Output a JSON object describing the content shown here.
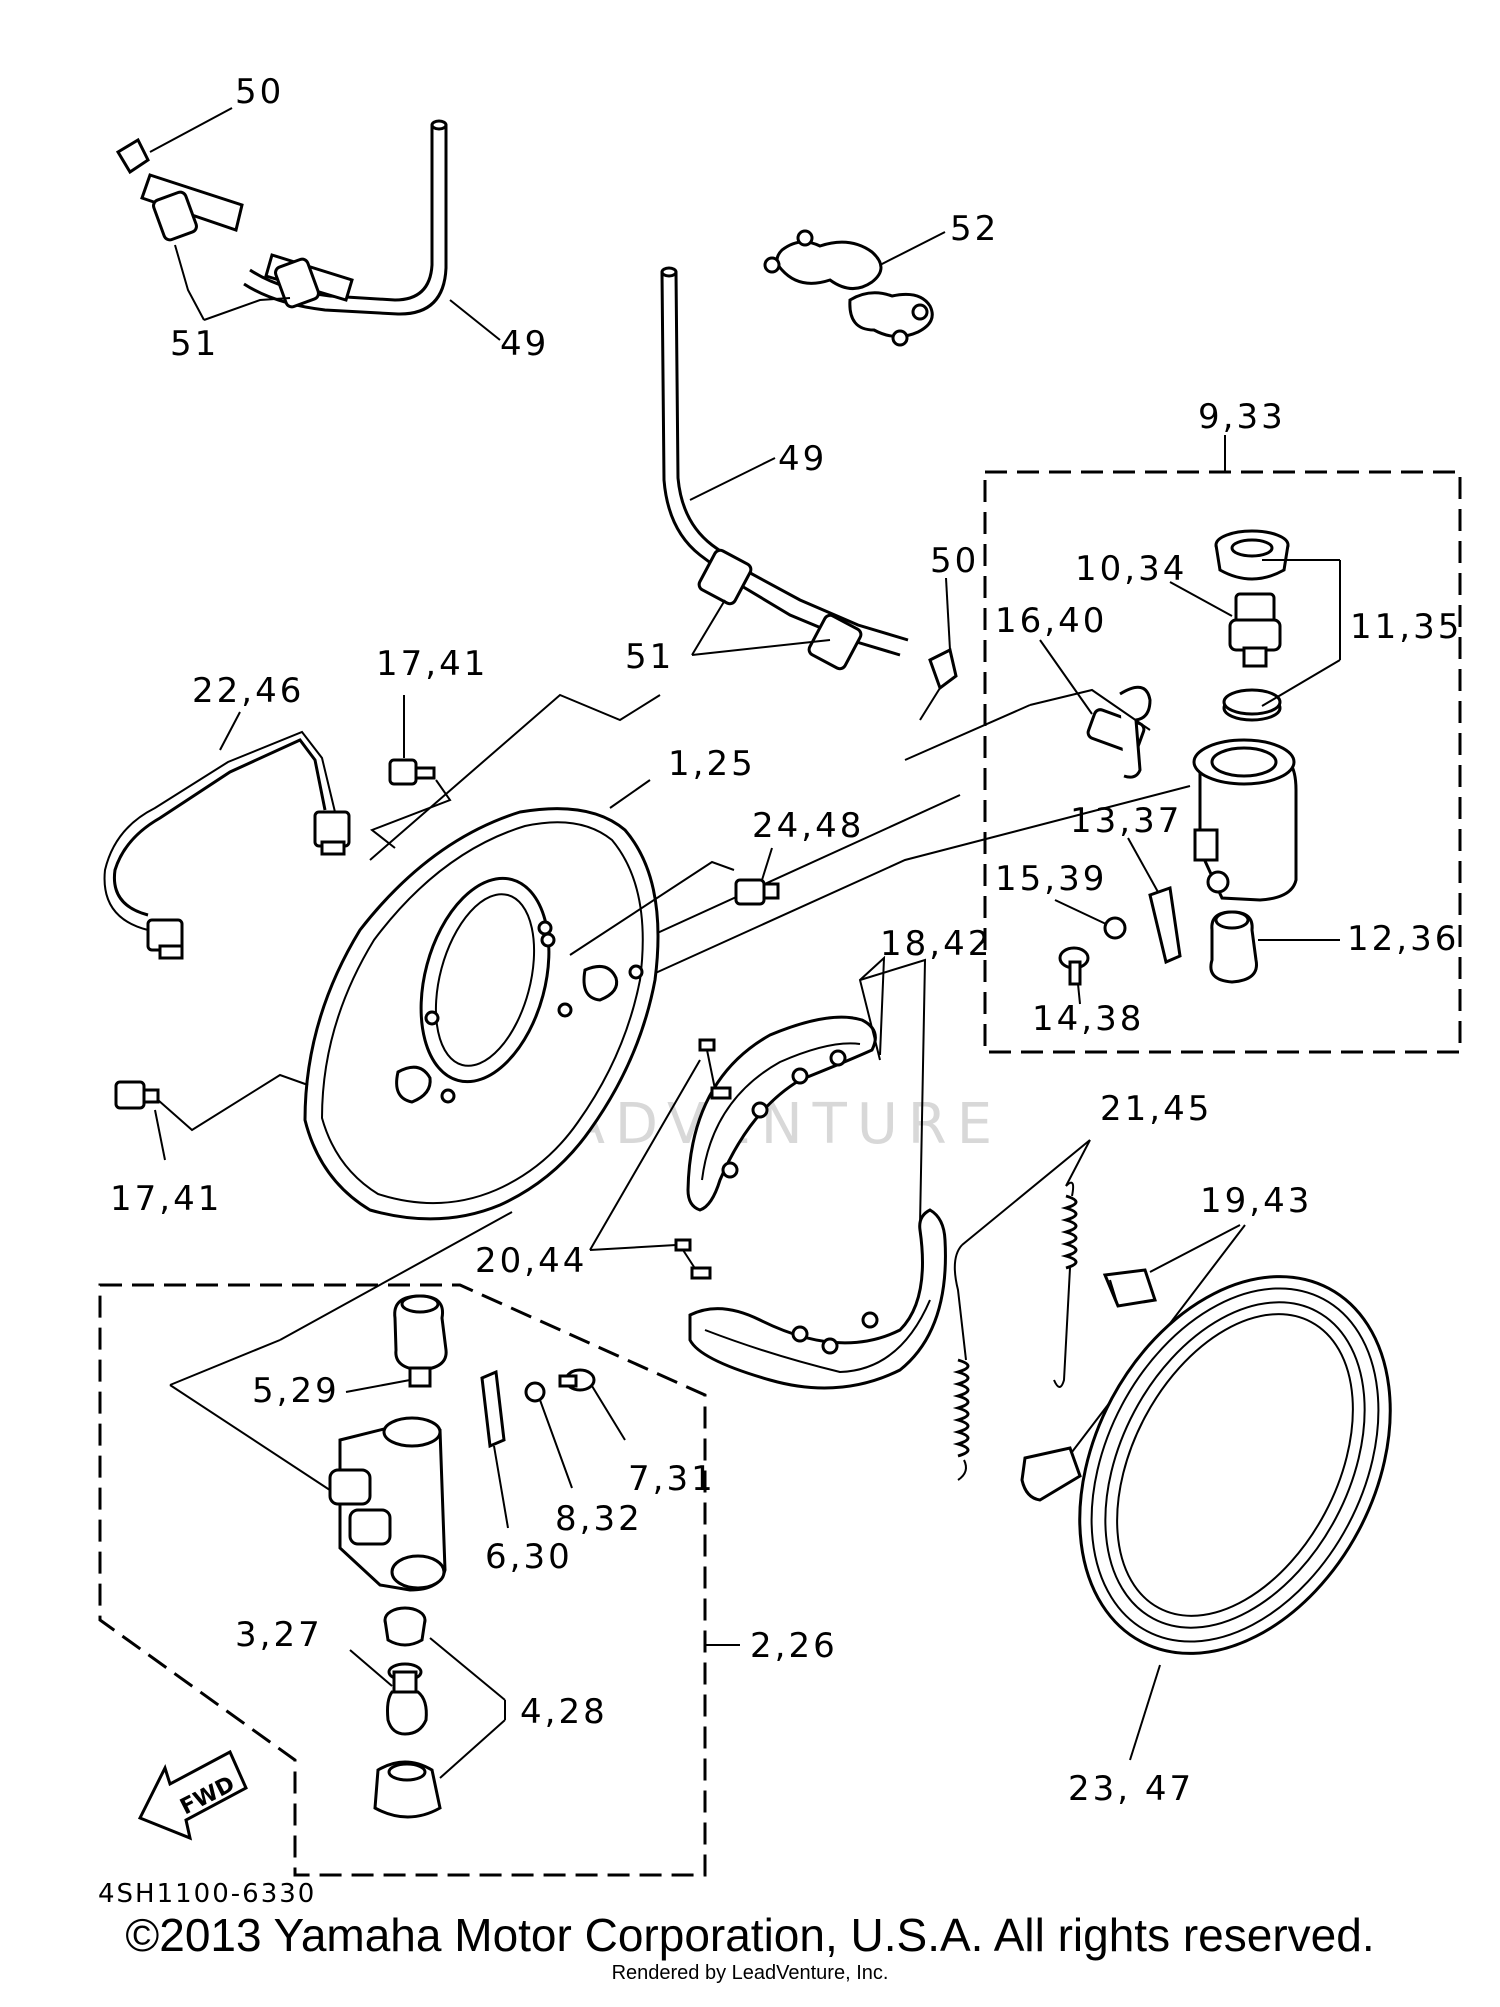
{
  "callouts": {
    "c50a": "50",
    "c51a": "51",
    "c49a": "49",
    "c52": "52",
    "c49b": "49",
    "c51b": "51",
    "c50b": "50",
    "c9_33": "9,33",
    "c10_34": "10,34",
    "c11_35": "11,35",
    "c16_40": "16,40",
    "c17_41a": "17,41",
    "c22_46": "22,46",
    "c1_25": "1,25",
    "c24_48": "24,48",
    "c13_37": "13,37",
    "c15_39": "15,39",
    "c12_36": "12,36",
    "c14_38": "14,38",
    "c18_42": "18,42",
    "c17_41b": "17,41",
    "c21_45": "21,45",
    "c19_43": "19,43",
    "c20_44": "20,44",
    "c5_29": "5,29",
    "c7_31": "7,31",
    "c8_32": "8,32",
    "c6_30": "6,30",
    "c2_26": "2,26",
    "c3_27": "3,27",
    "c4_28": "4,28",
    "c23_47": "23, 47"
  },
  "fwd_label": "FWD",
  "diagram_ref": "4SH1100-6330",
  "watermark": "LEADVENTURE",
  "copyright": "©2013 Yamaha Motor Corporation, U.S.A. All rights reserved.",
  "rendered_by": "Rendered by LeadVenture, Inc."
}
